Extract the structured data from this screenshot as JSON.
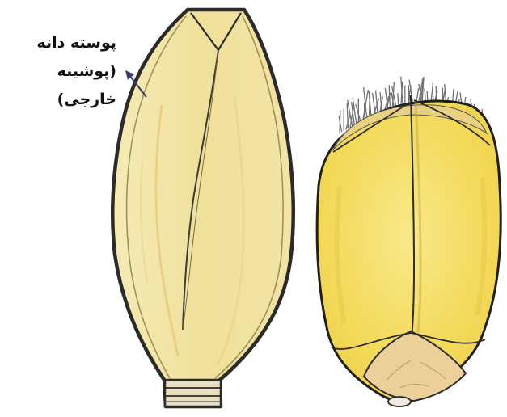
{
  "labels": {
    "line1": "پوسته دانه",
    "line2": "(پوشینه",
    "line3": "خارجی)"
  },
  "colors": {
    "background": "#ffffff",
    "outline": "#2b2b2b",
    "husk_fill": "#f2e6a4",
    "husk_fill_inner": "#efe09a",
    "husk_streak": "#e6c779",
    "kernel_fill": "#f4dc5a",
    "kernel_fill_light": "#f7e57f",
    "kernel_base": "#e8c89a",
    "hair_color": "#6f6f6f",
    "arrow_color": "#3a3f6a"
  },
  "icons": {
    "husk": "wheat-grain-husk-icon",
    "kernel": "wheat-kernel-icon",
    "arrow": "pointer-arrow-icon"
  }
}
